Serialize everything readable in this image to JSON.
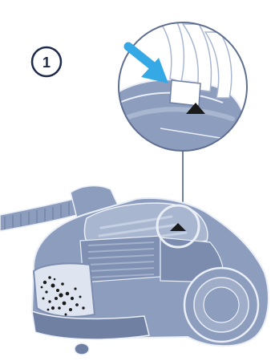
{
  "step": {
    "number": "1"
  },
  "colors": {
    "device_fill": "#8d9dbd",
    "device_light": "#a9b6d0",
    "device_dark": "#5f6f92",
    "outline": "#e9eef7",
    "line_dark": "#2d3a5a",
    "arrow": "#35a9e6",
    "badge_ring": "#1e2a4a",
    "dust": "#1a1a1a"
  },
  "icons": {
    "step_badge": "circled-number",
    "press_arrow": "arrow-down-right",
    "latch_marker": "triangle-marker"
  }
}
